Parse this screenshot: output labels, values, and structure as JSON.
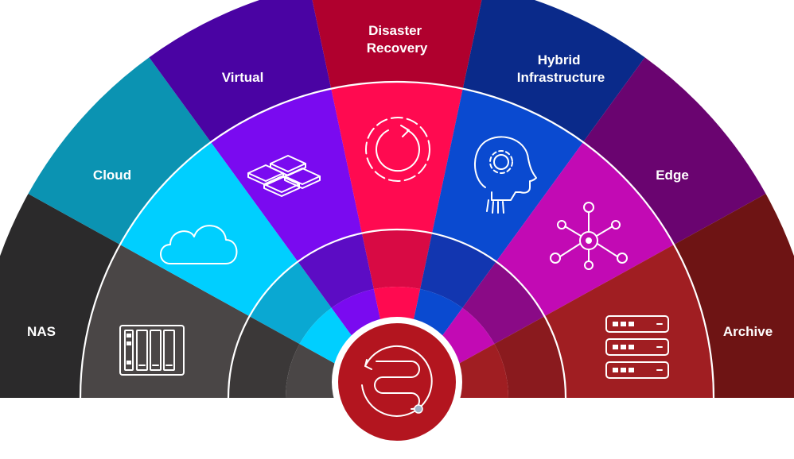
{
  "segments": [
    {
      "key": "nas",
      "label": "NAS",
      "outer_color": "#2b2a2b",
      "middle_color": "#4a4646",
      "inner_color": "#3b3838",
      "icon": "nas-device-icon"
    },
    {
      "key": "cloud",
      "label": "Cloud",
      "outer_color": "#0b93b2",
      "middle_color": "#00cfff",
      "inner_color": "#0aa8d2",
      "icon": "cloud-icon"
    },
    {
      "key": "virtual",
      "label": "Virtual",
      "outer_color": "#4a03a3",
      "middle_color": "#7a0af0",
      "inner_color": "#5c0cc4",
      "icon": "virtual-tiles-icon"
    },
    {
      "key": "disaster_recovery",
      "label": "Disaster\nRecovery",
      "outer_color": "#b0002e",
      "middle_color": "#ff0a50",
      "inner_color": "#d80a44",
      "icon": "recovery-cycle-icon"
    },
    {
      "key": "hybrid_infrastructure",
      "label": "Hybrid\nInfrastructure",
      "outer_color": "#0a2a8a",
      "middle_color": "#0a4ad0",
      "inner_color": "#1236b0",
      "icon": "ai-head-icon"
    },
    {
      "key": "edge",
      "label": "Edge",
      "outer_color": "#6a0470",
      "middle_color": "#c20ab4",
      "inner_color": "#8a0a86",
      "icon": "edge-network-icon"
    },
    {
      "key": "archive",
      "label": "Archive",
      "outer_color": "#6e1414",
      "middle_color": "#a01e22",
      "inner_color": "#8a1a1e",
      "icon": "server-stack-icon"
    }
  ],
  "center": {
    "icon": "data-flow-logo-icon",
    "color": "#b3151f"
  }
}
